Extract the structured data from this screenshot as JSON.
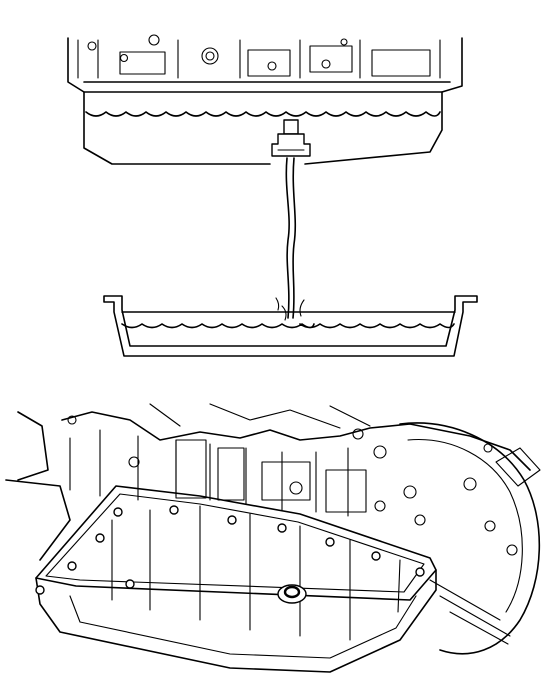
{
  "figure": {
    "panels": [
      {
        "id": "drain-illustration",
        "depicts": "oil-draining-from-pan-into-container"
      },
      {
        "id": "transmission-illustration",
        "depicts": "transmission-oil-pan-with-drain-plug"
      }
    ],
    "line_color": "#000000",
    "background_color": "#ffffff"
  }
}
